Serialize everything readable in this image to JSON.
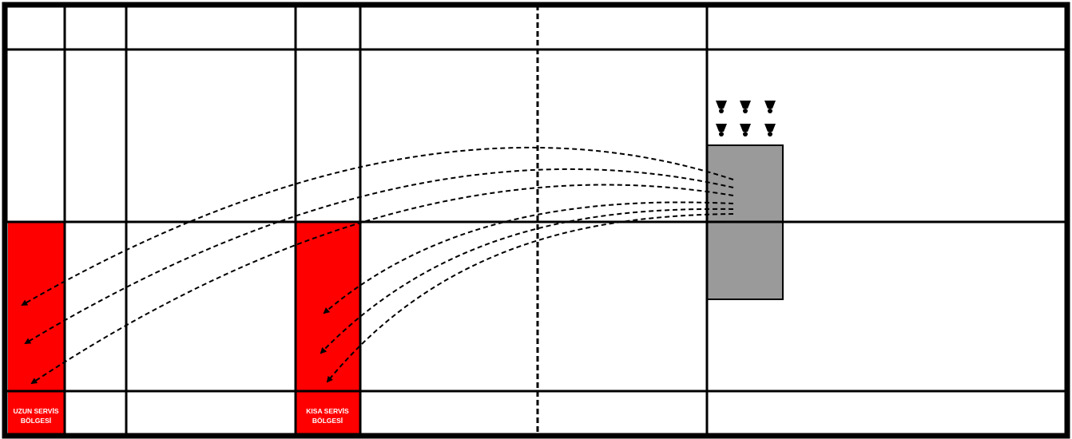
{
  "zones": {
    "long_service": {
      "line1": "UZUN SERVİS",
      "line2": "BÖLGESİ"
    },
    "short_service": {
      "line1": "KISA SERVİS",
      "line2": "BÖLGESİ"
    }
  },
  "colors": {
    "court_line": "#000000",
    "service_zone": "#ff0000",
    "server_box": "#9a9a9a",
    "background": "#ffffff"
  },
  "shuttlecock_count": 6,
  "trajectory_count": 6
}
